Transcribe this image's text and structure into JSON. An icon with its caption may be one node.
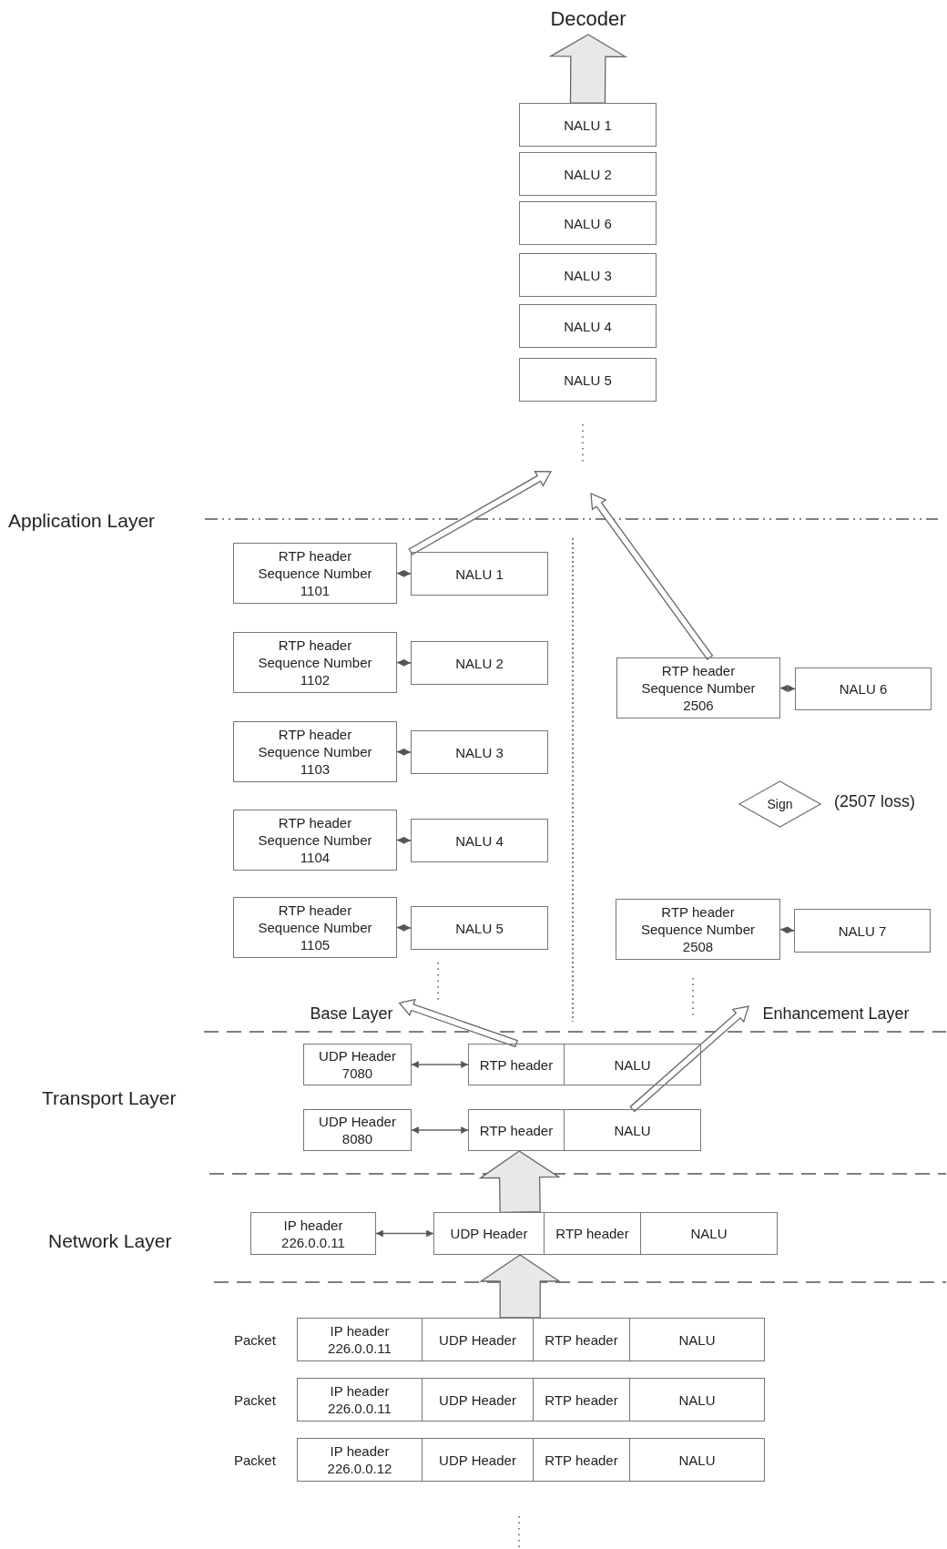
{
  "diagram": {
    "nodes": [
      {
        "text": [
          "Decoder"
        ]
      },
      {
        "text": [
          "NALU 1"
        ]
      },
      {
        "text": [
          "NALU 2"
        ]
      },
      {
        "text": [
          "NALU 6"
        ]
      },
      {
        "text": [
          "NALU 3"
        ]
      },
      {
        "text": [
          "NALU 4"
        ]
      },
      {
        "text": [
          "NALU 5"
        ]
      },
      {
        "text": [
          "RTP header Sequence Number 1101"
        ]
      },
      {
        "text": [
          "NALU 1"
        ]
      },
      {
        "text": [
          "RTP header Sequence Number 1102"
        ]
      },
      {
        "text": [
          "NALU 2"
        ]
      },
      {
        "text": [
          "RTP header Sequence Number 1103"
        ]
      },
      {
        "text": [
          "NALU 3"
        ]
      },
      {
        "text": [
          "RTP header Sequence Number 1104"
        ]
      },
      {
        "text": [
          "NALU 4"
        ]
      },
      {
        "text": [
          "RTP header Sequence Number 1105"
        ]
      },
      {
        "text": [
          "NALU 5"
        ]
      },
      {
        "text": [
          "RTP header Sequence Number 2506"
        ]
      },
      {
        "text": [
          "NALU 6"
        ]
      },
      {
        "text": [
          "Sign"
        ],
        "beside": [
          "(2507 loss)"
        ]
      },
      {
        "text": [
          "RTP header Sequence Number 2508"
        ]
      },
      {
        "text": [
          "NALU 7"
        ]
      },
      {
        "text": [
          "Base Layer"
        ]
      },
      {
        "text": [
          "Enhancement Layer"
        ]
      },
      {
        "text": [
          "UDP Header 7080"
        ]
      },
      {
        "text": [
          "RTP header"
        ]
      },
      {
        "text": [
          "NALU"
        ]
      },
      {
        "text": [
          "UDP Header 8080"
        ]
      },
      {
        "text": [
          "RTP header"
        ]
      },
      {
        "text": [
          "NALU"
        ]
      },
      {
        "text": [
          "IP header 226.0.0.11"
        ]
      },
      {
        "text": [
          "UDP Header"
        ]
      },
      {
        "text": [
          "RTP header"
        ]
      },
      {
        "text": [
          "NALU"
        ]
      },
      {
        "text": [
          "IP header 226.0.0.11"
        ]
      },
      {
        "text": [
          "UDP Header"
        ]
      },
      {
        "text": [
          "RTP header"
        ]
      },
      {
        "text": [
          "NALU"
        ]
      },
      {
        "text": [
          "IP header 226.0.0.11"
        ]
      },
      {
        "text": [
          "UDP Header"
        ]
      },
      {
        "text": [
          "RTP header"
        ]
      },
      {
        "text": [
          "NALU"
        ]
      },
      {
        "text": [
          "IP header 226.0.0.12"
        ]
      },
      {
        "text": [
          "UDP Header"
        ]
      },
      {
        "text": [
          "RTP header"
        ]
      },
      {
        "text": [
          "NALU"
        ]
      }
    ],
    "edges": [
      {
        "from": 1,
        "to": 0,
        "arrow": "to",
        "style": "thick"
      },
      {
        "from": 7,
        "to": 8,
        "arrow": "both"
      },
      {
        "from": 9,
        "to": 10,
        "arrow": "both"
      },
      {
        "from": 11,
        "to": 12,
        "arrow": "both"
      },
      {
        "from": 13,
        "to": 14,
        "arrow": "both"
      },
      {
        "from": 15,
        "to": 16,
        "arrow": "both"
      },
      {
        "from": 17,
        "to": 18,
        "arrow": "both"
      },
      {
        "from": 20,
        "to": 21,
        "arrow": "both"
      },
      {
        "from": 8,
        "to": null,
        "arrow": "to",
        "style": "thick"
      },
      {
        "from": 17,
        "to": null,
        "arrow": "to",
        "style": "thick"
      },
      {
        "from": 25,
        "to": 22,
        "arrow": "to",
        "style": "thick"
      },
      {
        "from": 29,
        "to": 23,
        "arrow": "to",
        "style": "thick"
      },
      {
        "from": 24,
        "to": 25,
        "arrow": "both"
      },
      {
        "from": 27,
        "to": 28,
        "arrow": "both"
      },
      {
        "from": 31,
        "to": 28,
        "arrow": "to",
        "style": "thick"
      },
      {
        "from": 30,
        "to": 31,
        "arrow": "both"
      },
      {
        "from": 35,
        "to": 31,
        "arrow": "to",
        "style": "thick"
      }
    ],
    "labels": [
      "Application Layer",
      "Transport Layer",
      "Network Layer",
      "Packet",
      "Packet",
      "Packet"
    ]
  }
}
